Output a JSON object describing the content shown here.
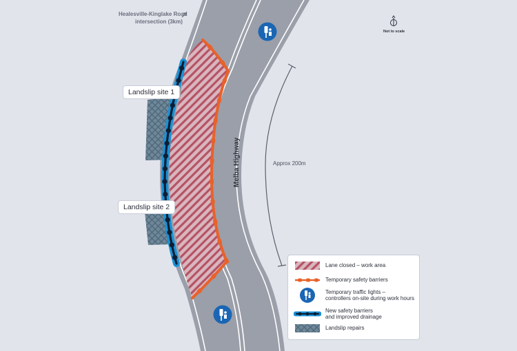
{
  "map": {
    "road_name": "Melba Highway",
    "destination": {
      "line1": "Healesville-Kinglake Road",
      "line2": "intersection (3km)"
    },
    "north_note": "Not to scale",
    "distance_label": "Approx 200m",
    "sites": [
      {
        "label": "Landslip site 1"
      },
      {
        "label": "Landslip site 2"
      }
    ]
  },
  "legend": {
    "items": [
      {
        "icon": "hatch-icon",
        "lines": [
          "Lane closed – work area"
        ]
      },
      {
        "icon": "orange-barrier-icon",
        "lines": [
          "Temporary safety barriers"
        ]
      },
      {
        "icon": "traffic-light-icon",
        "lines": [
          "Temporary traffic lights –",
          "controllers on-site during work hours"
        ]
      },
      {
        "icon": "blue-barrier-icon",
        "lines": [
          "New safety barriers",
          "and improved drainage"
        ]
      },
      {
        "icon": "crosshatch-icon",
        "lines": [
          "Landslip repairs"
        ]
      }
    ]
  },
  "colors": {
    "background": "#e2e4ec",
    "road": "#9b9fa9",
    "road_line": "#ffffff",
    "work_area_fill": "#b55364",
    "orange_barrier": "#e8622a",
    "blue_barrier": "#1a91d6",
    "barrier_core": "#0d1e33",
    "traffic_light": "#1a66b4",
    "landslip": "#5f7c8f"
  }
}
